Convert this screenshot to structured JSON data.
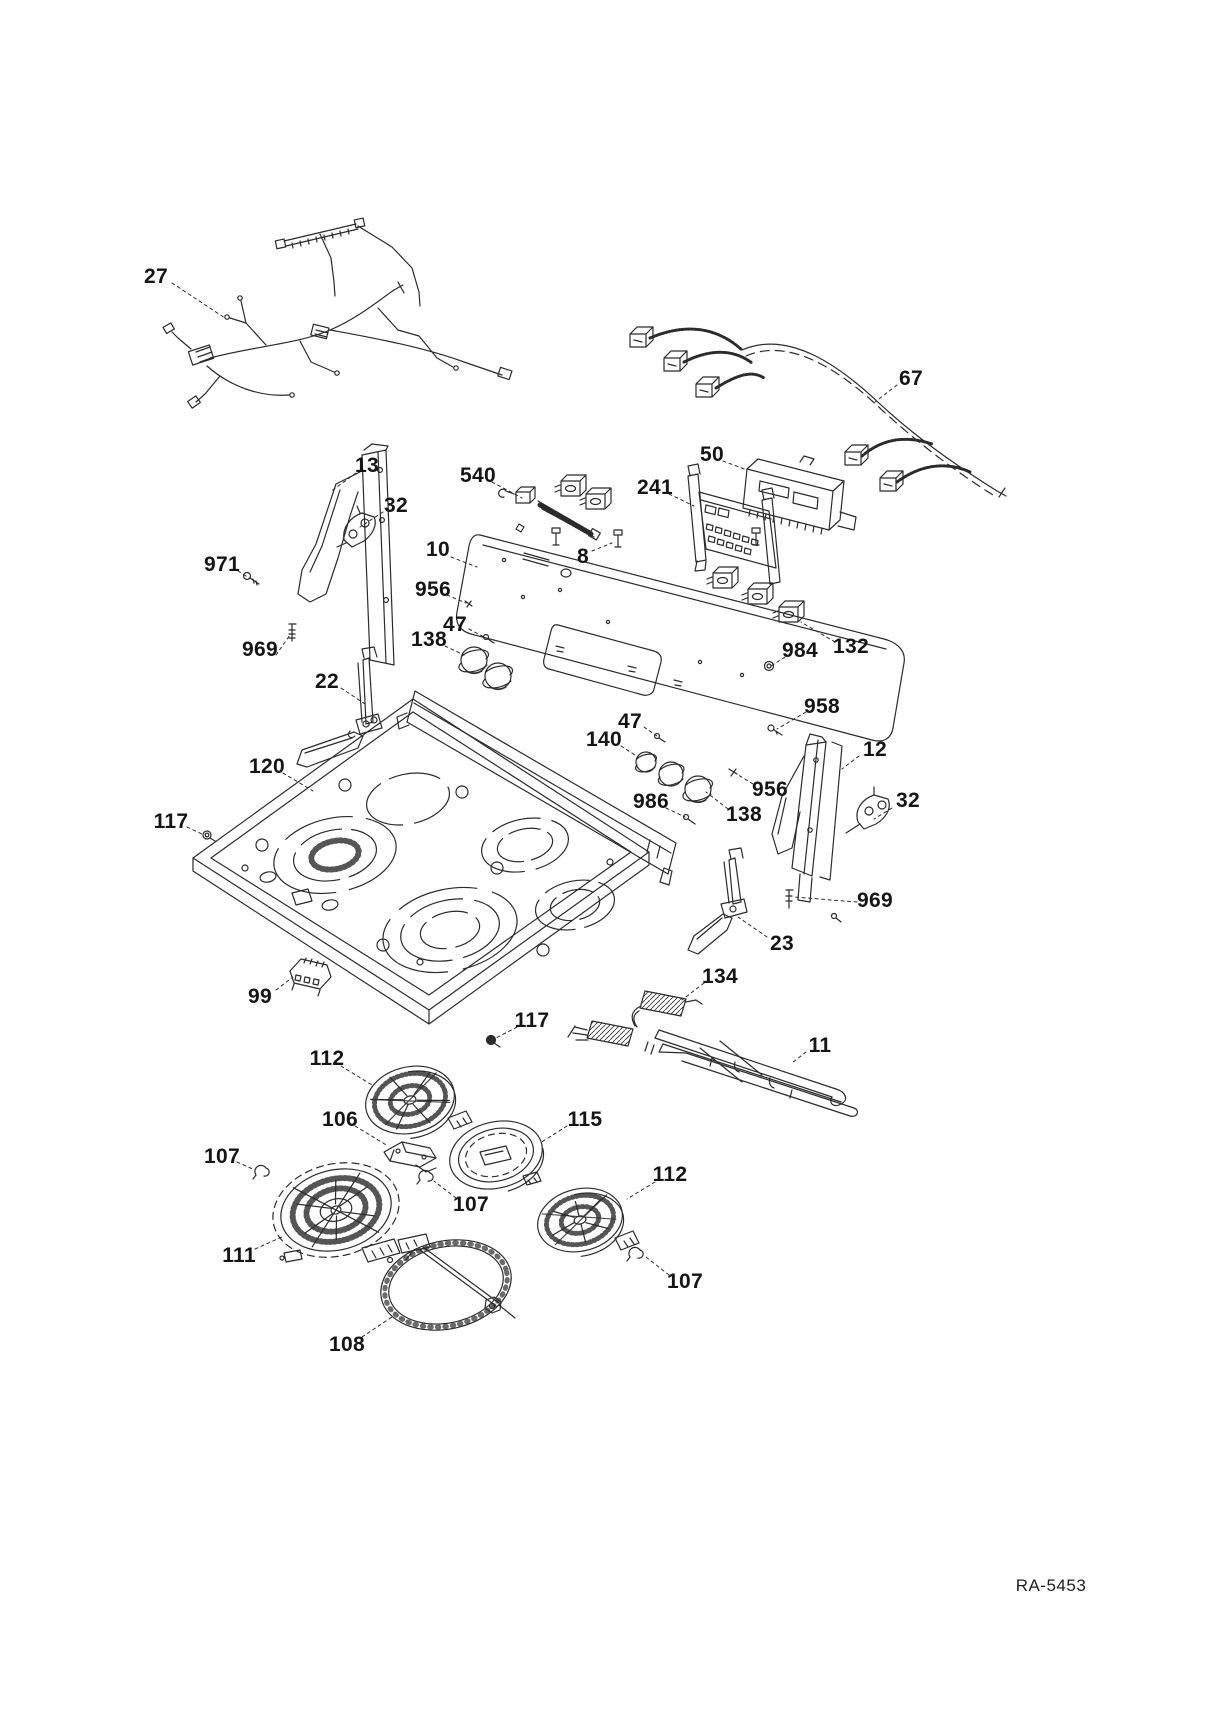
{
  "drawing": {
    "code": "RA-5453"
  },
  "colors": {
    "background": "#ffffff",
    "line": "#2b2b2b",
    "label_text": "#151515"
  },
  "callouts": [
    {
      "text": "27"
    },
    {
      "text": "67"
    },
    {
      "text": "13"
    },
    {
      "text": "540"
    },
    {
      "text": "241"
    },
    {
      "text": "50"
    },
    {
      "text": "32"
    },
    {
      "text": "971"
    },
    {
      "text": "10"
    },
    {
      "text": "956"
    },
    {
      "text": "8"
    },
    {
      "text": "47"
    },
    {
      "text": "138"
    },
    {
      "text": "984"
    },
    {
      "text": "132"
    },
    {
      "text": "969"
    },
    {
      "text": "22"
    },
    {
      "text": "958"
    },
    {
      "text": "47"
    },
    {
      "text": "140"
    },
    {
      "text": "120"
    },
    {
      "text": "12"
    },
    {
      "text": "956"
    },
    {
      "text": "986"
    },
    {
      "text": "138"
    },
    {
      "text": "32"
    },
    {
      "text": "117"
    },
    {
      "text": "969"
    },
    {
      "text": "23"
    },
    {
      "text": "99"
    },
    {
      "text": "134"
    },
    {
      "text": "117"
    },
    {
      "text": "11"
    },
    {
      "text": "112"
    },
    {
      "text": "106"
    },
    {
      "text": "115"
    },
    {
      "text": "107"
    },
    {
      "text": "107"
    },
    {
      "text": "112"
    },
    {
      "text": "111"
    },
    {
      "text": "107"
    },
    {
      "text": "108"
    }
  ]
}
